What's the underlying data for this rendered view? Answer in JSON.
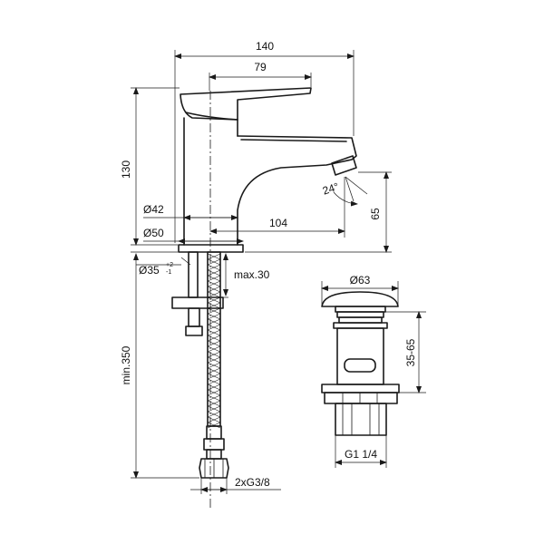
{
  "dimensions": {
    "width_total": "140",
    "lever_width": "79",
    "height": "130",
    "spout_angle": "24°",
    "body_diameter": "Ø42",
    "base_diameter": "Ø50",
    "spout_reach": "104",
    "spout_height": "65",
    "hole_diameter": "Ø35",
    "hole_tol_plus": "+2",
    "hole_tol_minus": "-1",
    "max_thickness": "max.30",
    "hose_length": "min.350",
    "connection": "2xG3/8",
    "waste_diameter": "Ø63",
    "waste_height": "35-65",
    "waste_thread": "G1 1/4"
  }
}
